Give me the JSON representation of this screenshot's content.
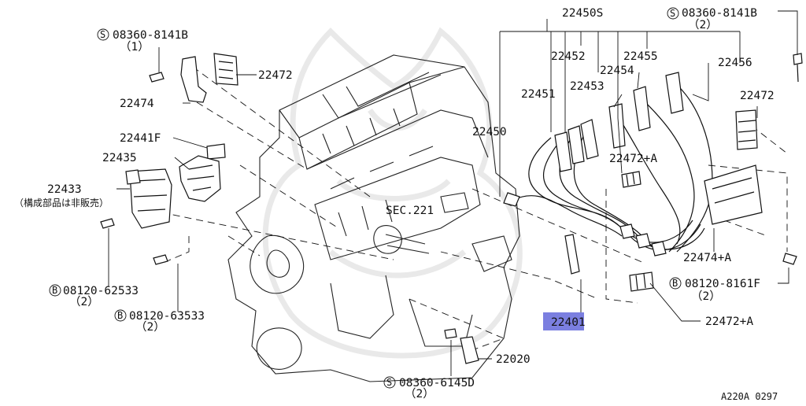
{
  "diagram": {
    "figure_code": "A220A 0297",
    "sec_label": "SEC.221",
    "highlight_color": "#7b7fe0",
    "highlight_label": "22401",
    "watermark": "crest-watermark",
    "labels": {
      "p22450S": "22450S",
      "p22452": "22452",
      "p22455": "22455",
      "p22454": "22454",
      "p22453": "22453",
      "p22451": "22451",
      "p22456": "22456",
      "p22450": "22450",
      "p22472_left": "22472",
      "p22474": "22474",
      "p22441F": "22441F",
      "p22435": "22435",
      "p22433": "22433",
      "p22433_note": "（構成部品は非販売）",
      "p22472_right": "22472",
      "p22472A_mid": "22472+A",
      "p22474A": "22474+A",
      "p22472A_low": "22472+A",
      "p22020": "22020",
      "bolt_left_top": "08360-8141B",
      "bolt_left_top_qty": "（1）",
      "bolt_right_top": "08360-8141B",
      "bolt_right_top_qty": "（2）",
      "bolt_62533": "08120-62533",
      "bolt_62533_qty": "（2）",
      "bolt_63533": "08120-63533",
      "bolt_63533_qty": "（2）",
      "bolt_8161F": "08120-8161F",
      "bolt_8161F_qty": "（2）",
      "bolt_6145D": "08360-6145D",
      "bolt_6145D_qty": "（2）",
      "prefix_s": "S",
      "prefix_b": "B"
    }
  }
}
